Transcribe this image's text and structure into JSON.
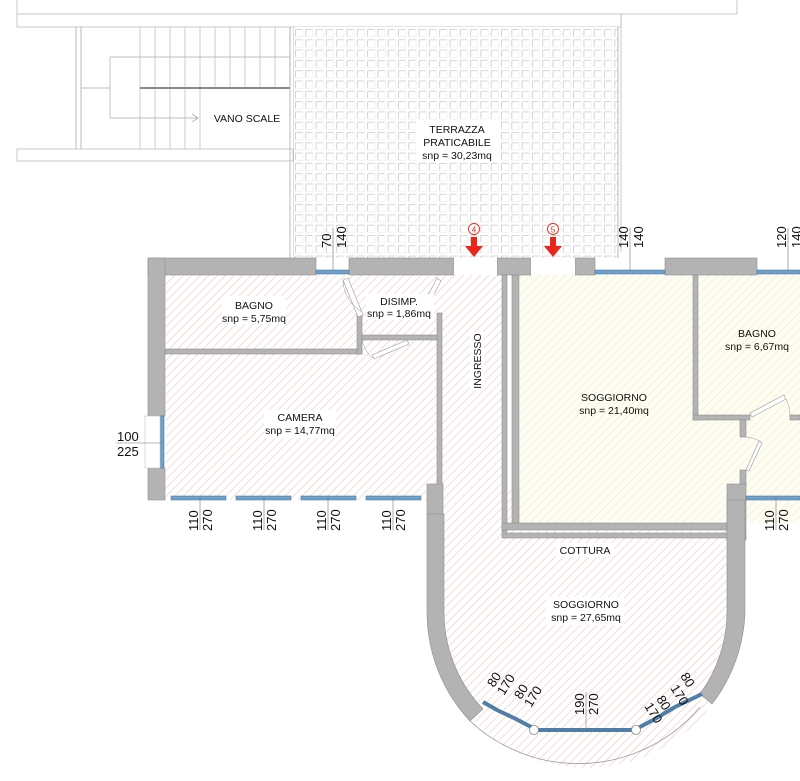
{
  "plan": {
    "rooms": [
      {
        "id": "vano-scale",
        "name": "VANO SCALE",
        "area": ""
      },
      {
        "id": "terrazza",
        "name": "TERRAZZA",
        "name2": "PRATICABILE",
        "area": "snp = 30,23mq"
      },
      {
        "id": "bagno-1",
        "name": "BAGNO",
        "area": "snp = 5,75mq"
      },
      {
        "id": "disimp",
        "name": "DISIMP.",
        "area": "snp = 1,86mq"
      },
      {
        "id": "camera",
        "name": "CAMERA",
        "area": "snp = 14,77mq"
      },
      {
        "id": "ingresso",
        "name": "INGRESSO",
        "area": ""
      },
      {
        "id": "soggiorno-1",
        "name": "SOGGIORNO",
        "area": "snp = 21,40mq"
      },
      {
        "id": "bagno-2",
        "name": "BAGNO",
        "area": "snp = 6,67mq"
      },
      {
        "id": "cottura",
        "name": "COTTURA",
        "area": ""
      },
      {
        "id": "soggiorno-2",
        "name": "SOGGIORNO",
        "area": "snp = 27,65mq"
      }
    ],
    "markers": [
      {
        "id": "entrance-4",
        "label": "④",
        "color": "#e8261c"
      },
      {
        "id": "entrance-5",
        "label": "⑤",
        "color": "#e8261c"
      }
    ],
    "dimensions": {
      "top_1": {
        "a": "70",
        "b": "140"
      },
      "top_2": {
        "a": "140",
        "b": "140"
      },
      "top_3": {
        "a": "120",
        "b": "140"
      },
      "left": {
        "a": "100",
        "b": "225"
      },
      "camera_windows": [
        {
          "a": "110",
          "b": "270"
        },
        {
          "a": "110",
          "b": "270"
        },
        {
          "a": "110",
          "b": "270"
        },
        {
          "a": "110",
          "b": "270"
        }
      ],
      "right_window": {
        "a": "110",
        "b": "270"
      },
      "bay": [
        {
          "a": "80",
          "b": "170"
        },
        {
          "a": "80",
          "b": "170"
        },
        {
          "a": "190",
          "b": "270"
        },
        {
          "a": "80",
          "b": "170"
        },
        {
          "a": "80",
          "b": "170"
        }
      ]
    },
    "colors": {
      "wall": "#b3b3b3",
      "hatch_red": "#f2c4bc",
      "hatch_yellow": "#f1edc2",
      "yellow_fill": "#fdfdf0",
      "glass": "#6f9fc8",
      "marker": "#e8261c"
    }
  }
}
